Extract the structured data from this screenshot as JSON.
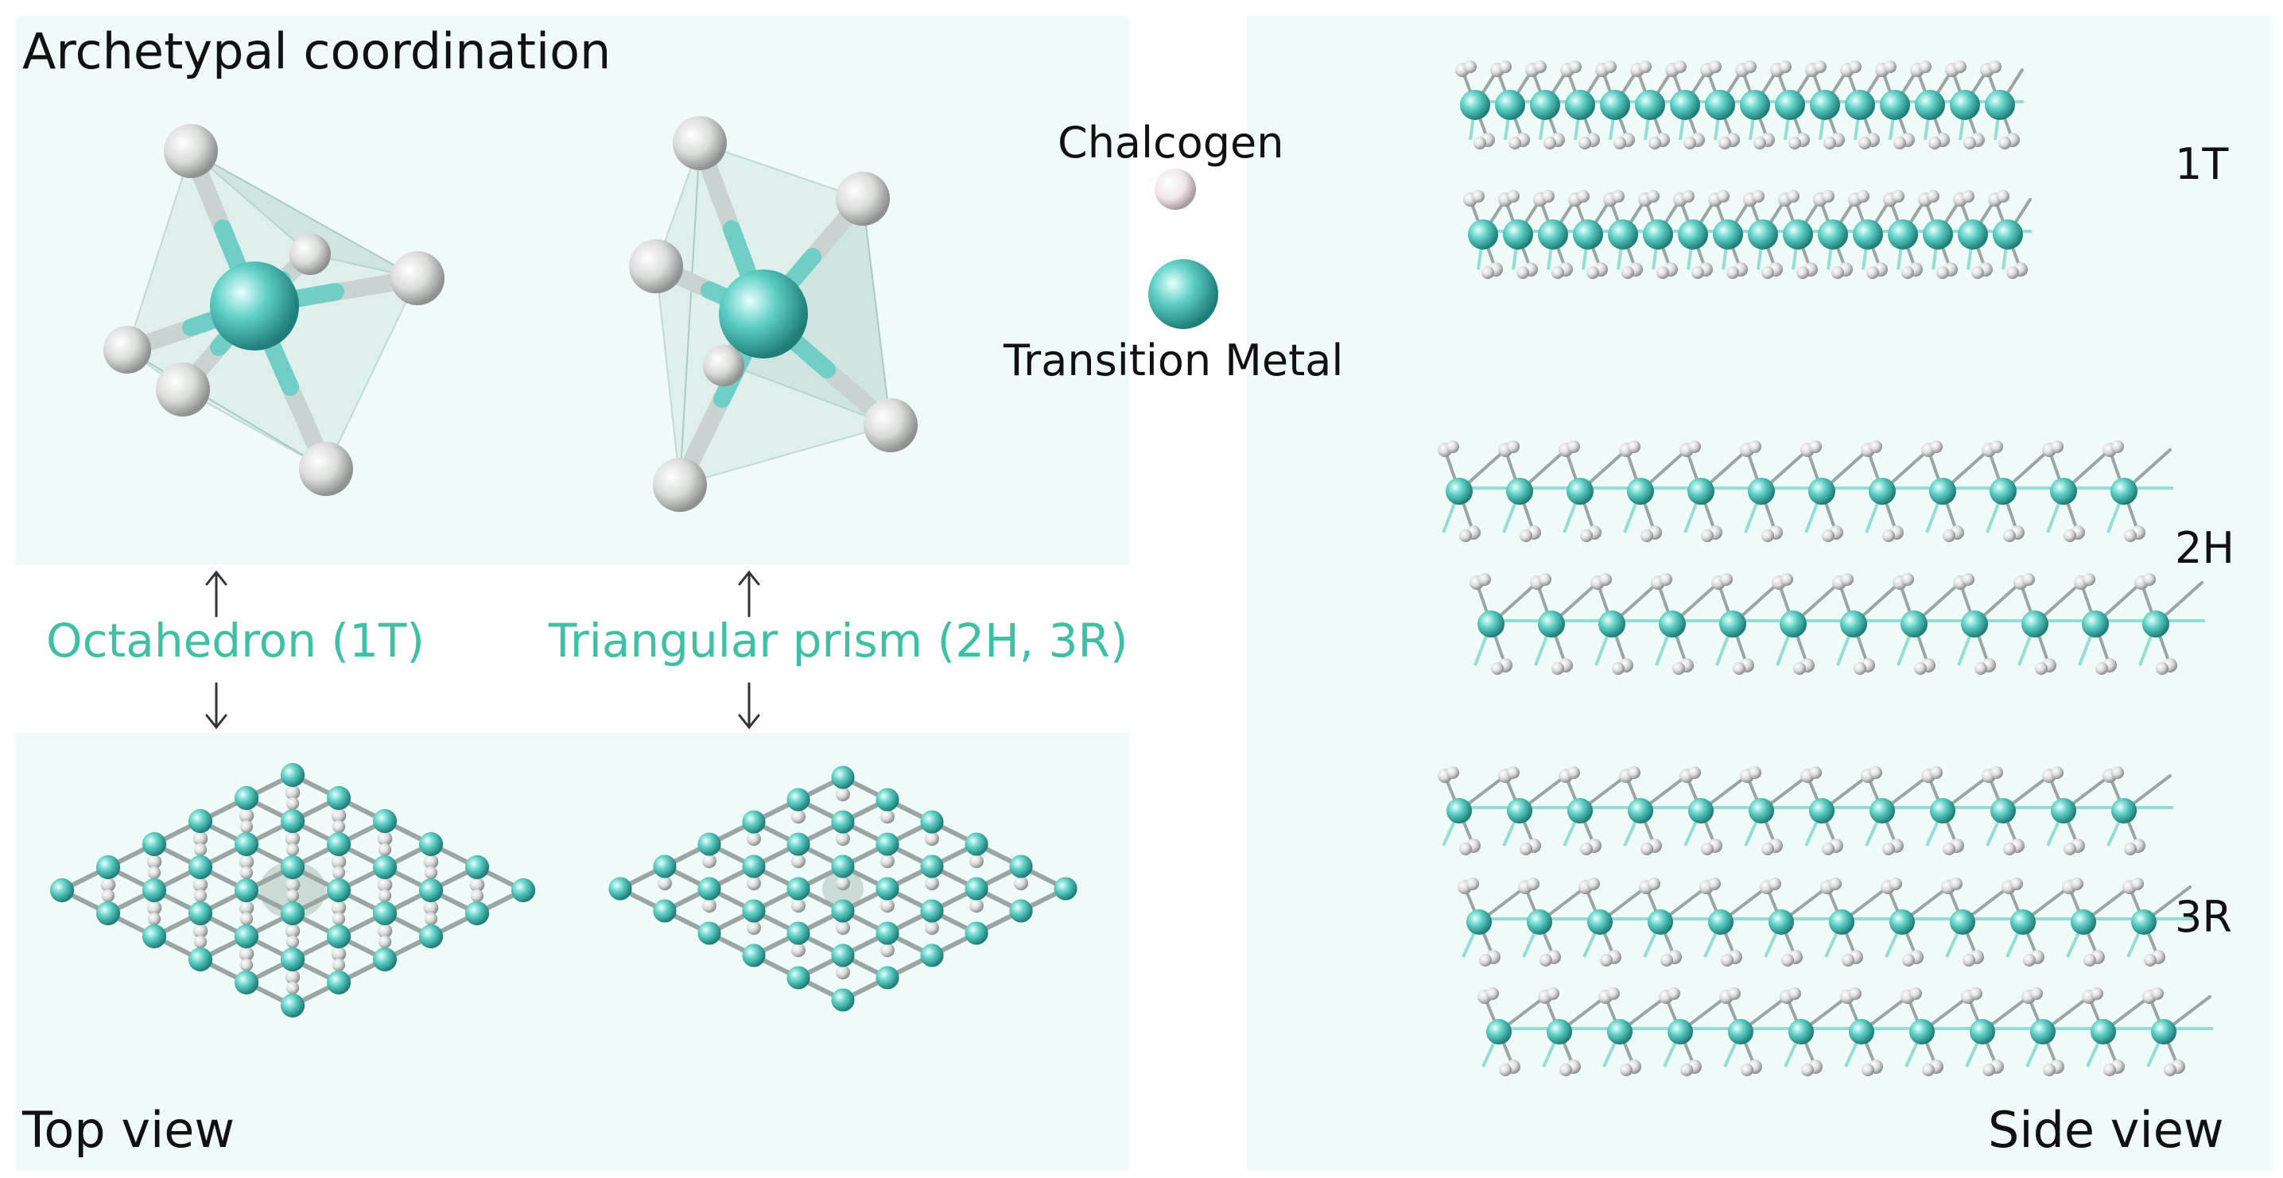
{
  "headings": {
    "archetypal": "Archetypal coordination",
    "top_view": "Top view",
    "side_view": "Side view"
  },
  "geometry_labels": {
    "octahedron": "Octahedron (1T)",
    "prism": "Triangular prism (2H, 3R)"
  },
  "legend": {
    "chalcogen": "Chalcogen",
    "metal": "Transition Metal"
  },
  "phases": {
    "p1": "1T",
    "p2": "2H",
    "p3": "3R"
  },
  "colors": {
    "panel": "#eefbf8",
    "teal": "#3ebfa6",
    "metal_atom": "#4fc8bf",
    "chalcogen_atom": "#e6e8e6"
  }
}
